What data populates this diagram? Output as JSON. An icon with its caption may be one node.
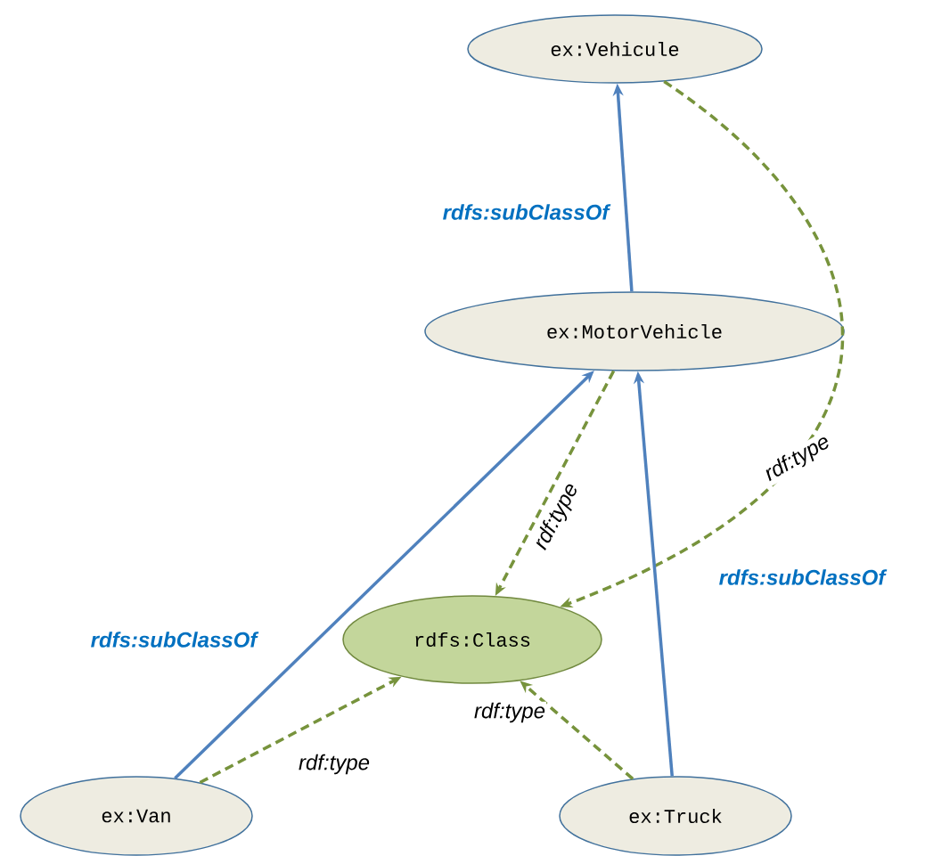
{
  "diagram": {
    "nodes": [
      {
        "text": [
          "ex:Vehicule"
        ]
      },
      {
        "text": [
          "ex:MotorVehicle"
        ]
      },
      {
        "text": [
          "rdfs:Class"
        ]
      },
      {
        "text": [
          "ex:Van"
        ]
      },
      {
        "text": [
          "ex:Truck"
        ]
      }
    ],
    "edges": [
      {
        "from": 1,
        "to": 0,
        "arrow": "to",
        "label": "rdfs:subClassOf",
        "color": "#4f81bd"
      },
      {
        "from": 0,
        "to": 2,
        "arrow": "to",
        "label": "rdf:type",
        "style": "dashed"
      },
      {
        "from": 1,
        "to": 2,
        "arrow": "to",
        "label": "rdf:type",
        "style": "dashed"
      },
      {
        "from": 3,
        "to": 1,
        "arrow": "to",
        "label": "rdfs:subClassOf",
        "color": "#4f81bd"
      },
      {
        "from": 3,
        "to": 2,
        "arrow": "to",
        "label": "rdf:type",
        "style": "dashed"
      },
      {
        "from": 4,
        "to": 2,
        "arrow": "to",
        "label": "rdf:type",
        "style": "dashed"
      },
      {
        "from": 4,
        "to": 1,
        "arrow": "to",
        "label": "rdfs:subClassOf",
        "color": "#4f81bd"
      }
    ]
  }
}
